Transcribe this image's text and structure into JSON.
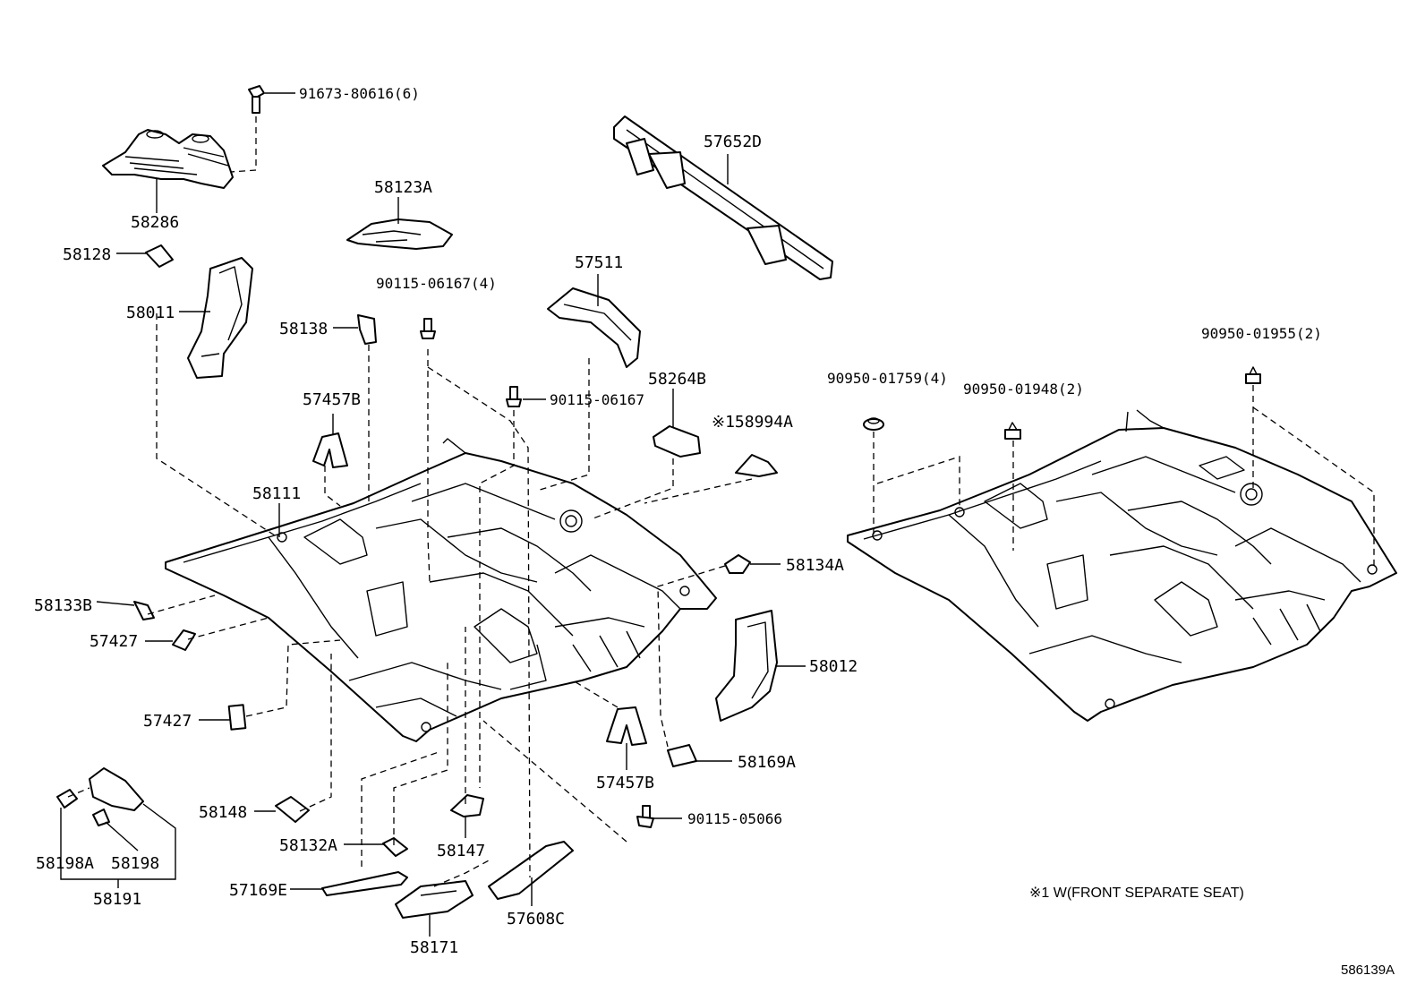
{
  "labels": {
    "p91673_80616": "91673-80616(6)",
    "p57652D": "57652D",
    "p58123A": "58123A",
    "p58286": "58286",
    "p58128": "58128",
    "p58011": "58011",
    "p90115_06167_4": "90115-06167(4)",
    "p57511": "57511",
    "p58138": "58138",
    "p90115_06167": "90115-06167",
    "p58264B": "58264B",
    "p57457B_top": "57457B",
    "p58994A": "※158994A",
    "p90950_01759": "90950-01759(4)",
    "p90950_01948": "90950-01948(2)",
    "p90950_01955": "90950-01955(2)",
    "p58111": "58111",
    "p58134A": "58134A",
    "p58133B": "58133B",
    "p57427_a": "57427",
    "p58012": "58012",
    "p57427_b": "57427",
    "p58169A": "58169A",
    "p57457B_bottom": "57457B",
    "p58148": "58148",
    "p90115_05066": "90115-05066",
    "p58132A": "58132A",
    "p58147": "58147",
    "p58198A": "58198A",
    "p58198": "58198",
    "p57169E": "57169E",
    "p57608C": "57608C",
    "p58191": "58191",
    "p58171": "58171"
  },
  "note": "※1 W(FRONT SEPARATE SEAT)",
  "figure_ref": "586139A"
}
